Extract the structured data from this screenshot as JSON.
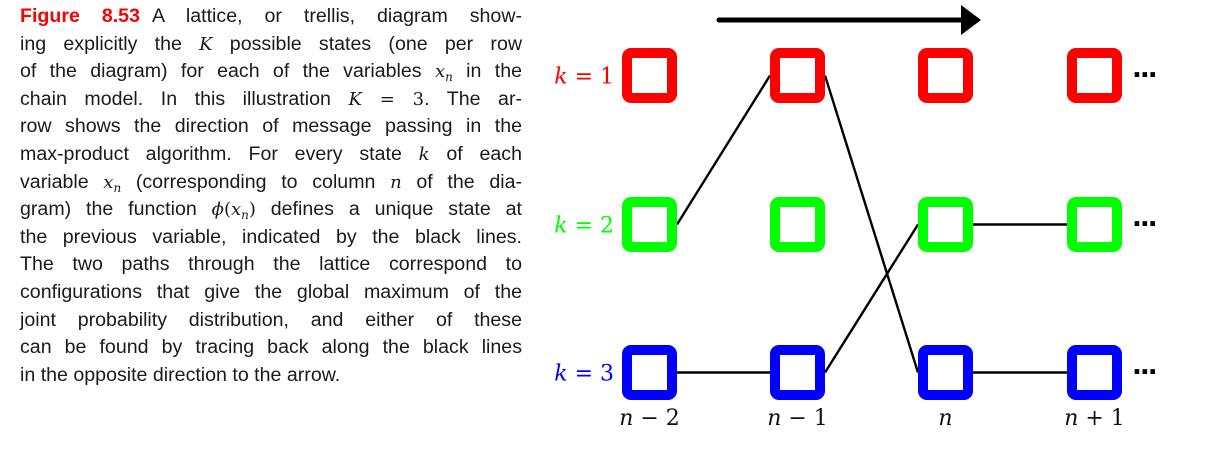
{
  "caption": {
    "figure_label": "Figure 8.53",
    "lines": [
      [
        "A lattice, or trellis, diagram show-"
      ],
      [
        "ing explicitly the ",
        {
          "math": "K"
        },
        " possible states (one per row"
      ],
      [
        "of the diagram) for each of the variables ",
        {
          "math": "x",
          "sub": "n"
        },
        " in the"
      ],
      [
        "chain model.  In this illustration ",
        {
          "math": "K"
        },
        {
          "up": " = 3"
        },
        ".  The ar-"
      ],
      [
        "row shows the direction of message passing in the"
      ],
      [
        "max-product algorithm.  For every state ",
        {
          "math": "k"
        },
        " of each"
      ],
      [
        "variable ",
        {
          "math": "x",
          "sub": "n"
        },
        " (corresponding to column ",
        {
          "math": "n"
        },
        " of the dia-"
      ],
      [
        "gram) the function ",
        {
          "math": "ϕ"
        },
        {
          "up": "("
        },
        {
          "math": "x",
          "sub": "n"
        },
        {
          "up": ")"
        },
        " defines a unique state at"
      ],
      [
        "the previous variable, indicated by the black lines."
      ],
      [
        "The two paths through the lattice correspond to"
      ],
      [
        "configurations that give the global maximum of the"
      ],
      [
        "joint probability distribution, and either of these"
      ],
      [
        "can be found by tracing back along the black lines"
      ],
      [
        "in the opposite direction to the arrow."
      ]
    ]
  },
  "diagram": {
    "colors": {
      "k1": "#ff0000",
      "k2": "#00ff00",
      "k3": "#0000ff",
      "line": "#000000",
      "figure_label": "#ff0000"
    },
    "row_labels": [
      {
        "var": "k",
        "rest": " = 1"
      },
      {
        "var": "k",
        "rest": " = 2"
      },
      {
        "var": "k",
        "rest": " = 3"
      }
    ],
    "column_labels": [
      "n − 2",
      "n − 1",
      "n",
      "n + 1"
    ],
    "continuation": "···",
    "arrow": "message-passing-direction",
    "paths": [
      {
        "from": [
          0,
          1
        ],
        "to": [
          1,
          0
        ]
      },
      {
        "from": [
          1,
          0
        ],
        "to": [
          2,
          2
        ]
      },
      {
        "from": [
          0,
          2
        ],
        "to": [
          1,
          2
        ]
      },
      {
        "from": [
          1,
          2
        ],
        "to": [
          2,
          1
        ]
      },
      {
        "from": [
          2,
          1
        ],
        "to": [
          3,
          1
        ]
      },
      {
        "from": [
          2,
          2
        ],
        "to": [
          3,
          2
        ]
      }
    ]
  }
}
